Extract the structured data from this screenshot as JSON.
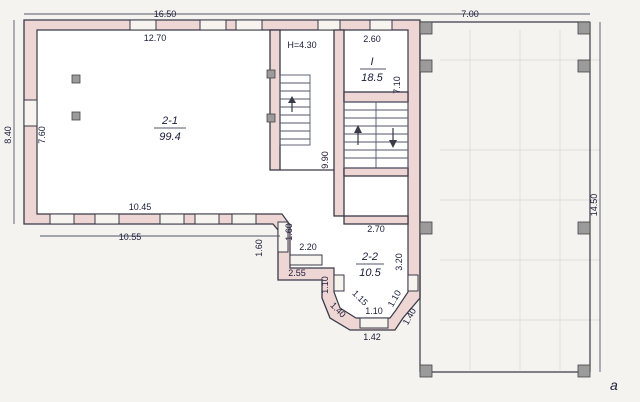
{
  "plan": {
    "dims": {
      "top_outer": "16.50",
      "top_inner": "12.70",
      "h_stair": "H=4.30",
      "stair_w": "2.60",
      "annex_w": "7.00",
      "left_outer": "8.40",
      "left_inner": "7.60",
      "corridor": "7.10",
      "stair_len": "9.90",
      "bottom_inner": "10.45",
      "bottom_outer": "10.55",
      "step_v": "1.60",
      "step_v2": "1.60",
      "step_h": "2.20",
      "step_h2": "2.55",
      "room2_w": "2.70",
      "room2_h": "3.20",
      "bay_left_v": "1.10",
      "bay_a": "1.40",
      "bay_b": "1.15",
      "bay_c": "1.10",
      "bay_d": "1.10",
      "bay_e": "1.40",
      "bay_bottom": "1.42",
      "annex_h": "14.50"
    },
    "rooms": {
      "r1_id": "2-1",
      "r1_area": "99.4",
      "r2_id": "I",
      "r2_area": "18.5",
      "r3_id": "2-2",
      "r3_area": "10.5"
    },
    "corner_letter": "a"
  }
}
